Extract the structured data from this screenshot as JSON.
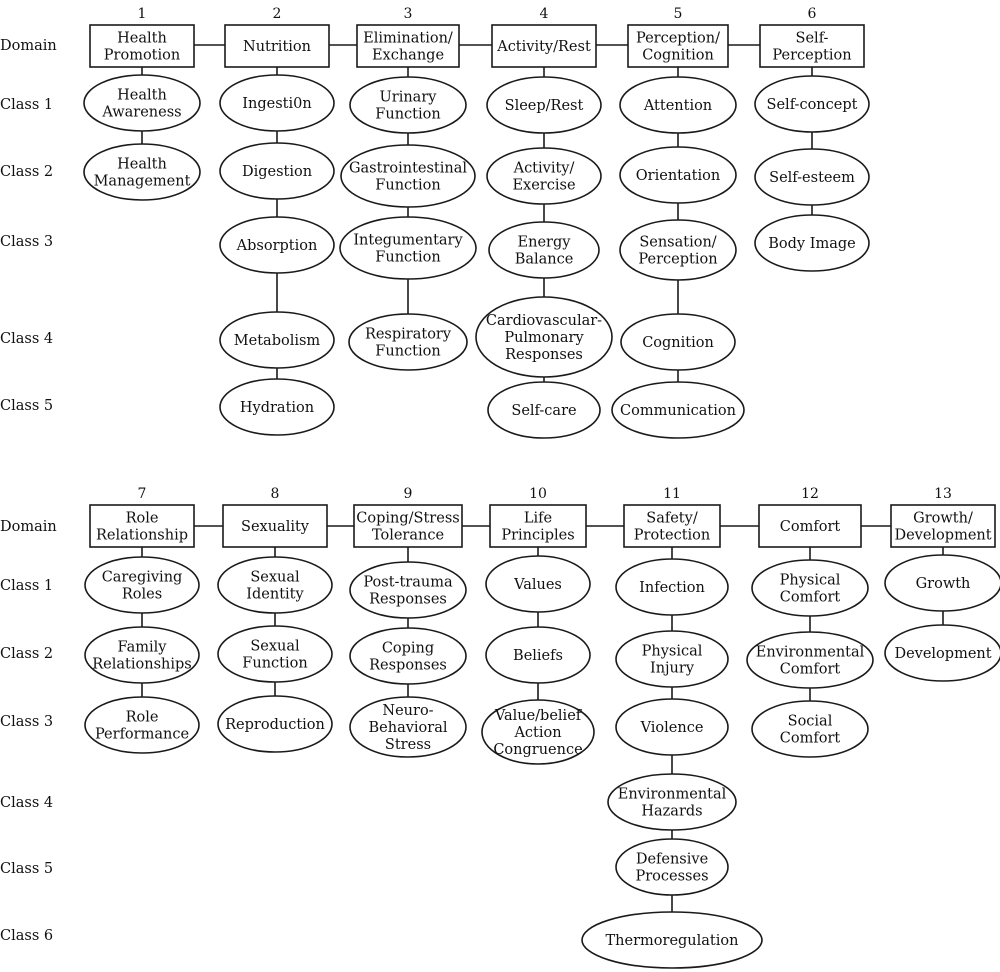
{
  "row_labels": {
    "domain": "Domain",
    "class_1": "Class 1",
    "class_2": "Class 2",
    "class_3": "Class 3",
    "class_4": "Class 4",
    "class_5": "Class 5",
    "class_6": "Class 6"
  },
  "domains": [
    {
      "number": "1",
      "name": [
        "Health",
        "Promotion"
      ],
      "classes": [
        [
          "Health",
          "Awareness"
        ],
        [
          "Health",
          "Management"
        ]
      ]
    },
    {
      "number": "2",
      "name": [
        "Nutrition"
      ],
      "classes": [
        [
          "Ingesti0n"
        ],
        [
          "Digestion"
        ],
        [
          "Absorption"
        ],
        [
          "Metabolism"
        ],
        [
          "Hydration"
        ]
      ]
    },
    {
      "number": "3",
      "name": [
        "Elimination/",
        "Exchange"
      ],
      "classes": [
        [
          "Urinary",
          "Function"
        ],
        [
          "Gastrointestinal",
          "Function"
        ],
        [
          "Integumentary",
          "Function"
        ],
        [
          "Respiratory",
          "Function"
        ]
      ]
    },
    {
      "number": "4",
      "name": [
        "Activity/Rest"
      ],
      "classes": [
        [
          "Sleep/Rest"
        ],
        [
          "Activity/",
          "Exercise"
        ],
        [
          "Energy",
          "Balance"
        ],
        [
          "Cardiovascular-",
          "Pulmonary",
          "Responses"
        ],
        [
          "Self-care"
        ]
      ]
    },
    {
      "number": "5",
      "name": [
        "Perception/",
        "Cognition"
      ],
      "classes": [
        [
          "Attention"
        ],
        [
          "Orientation"
        ],
        [
          "Sensation/",
          "Perception"
        ],
        [
          "Cognition"
        ],
        [
          "Communication"
        ]
      ]
    },
    {
      "number": "6",
      "name": [
        "Self-",
        "Perception"
      ],
      "classes": [
        [
          "Self-concept"
        ],
        [
          "Self-esteem"
        ],
        [
          "Body Image"
        ]
      ]
    },
    {
      "number": "7",
      "name": [
        "Role",
        "Relationship"
      ],
      "classes": [
        [
          "Caregiving",
          "Roles"
        ],
        [
          "Family",
          "Relationships"
        ],
        [
          "Role",
          "Performance"
        ]
      ]
    },
    {
      "number": "8",
      "name": [
        "Sexuality"
      ],
      "classes": [
        [
          "Sexual",
          "Identity"
        ],
        [
          "Sexual",
          "Function"
        ],
        [
          "Reproduction"
        ]
      ]
    },
    {
      "number": "9",
      "name": [
        "Coping/Stress",
        "Tolerance"
      ],
      "classes": [
        [
          "Post-trauma",
          "Responses"
        ],
        [
          "Coping",
          "Responses"
        ],
        [
          "Neuro-",
          "Behavioral",
          "Stress"
        ]
      ]
    },
    {
      "number": "10",
      "name": [
        "Life",
        "Principles"
      ],
      "classes": [
        [
          "Values"
        ],
        [
          "Beliefs"
        ],
        [
          "Value/belief",
          "Action",
          "Congruence"
        ]
      ]
    },
    {
      "number": "11",
      "name": [
        "Safety/",
        "Protection"
      ],
      "classes": [
        [
          "Infection"
        ],
        [
          "Physical",
          "Injury"
        ],
        [
          "Violence"
        ],
        [
          "Environmental",
          "Hazards"
        ],
        [
          "Defensive",
          "Processes"
        ],
        [
          "Thermoregulation"
        ]
      ]
    },
    {
      "number": "12",
      "name": [
        "Comfort"
      ],
      "classes": [
        [
          "Physical",
          "Comfort"
        ],
        [
          "Environmental",
          "Comfort"
        ],
        [
          "Social",
          "Comfort"
        ]
      ]
    },
    {
      "number": "13",
      "name": [
        "Growth/",
        "Development"
      ],
      "classes": [
        [
          "Growth"
        ],
        [
          "Development"
        ]
      ]
    }
  ]
}
